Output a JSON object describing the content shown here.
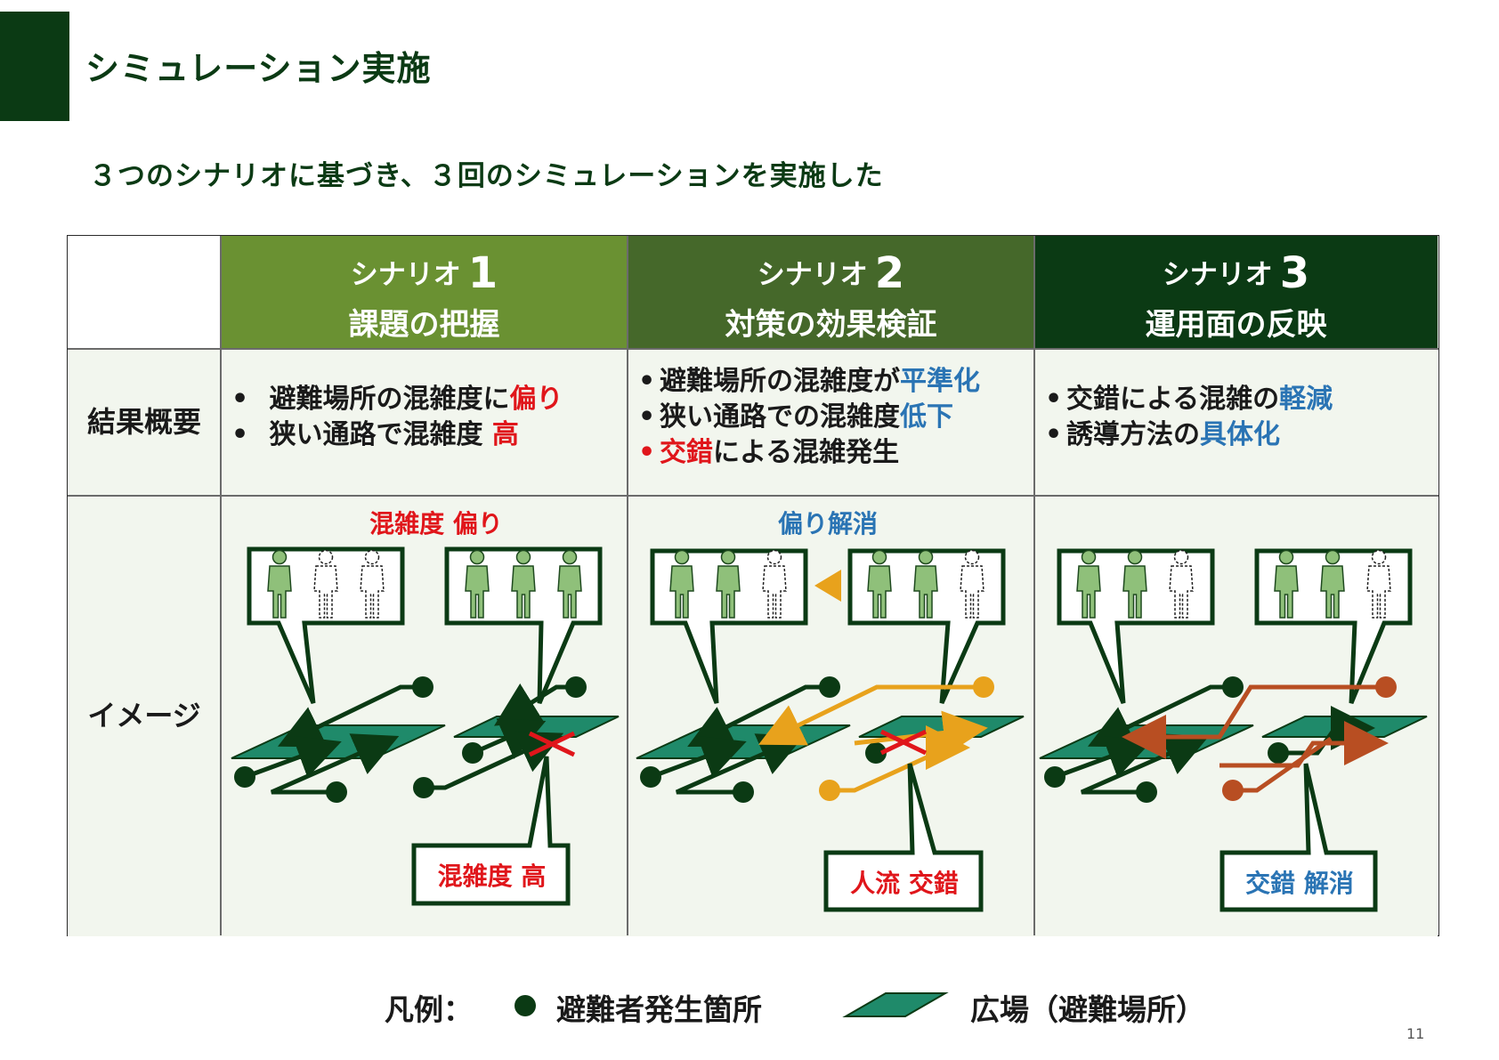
{
  "title": "シミュレーション実施",
  "subtitle": "３つのシナリオに基づき、３回のシミュレーションを実施した",
  "row_labels": {
    "result": "結果概要",
    "image": "イメージ"
  },
  "scenarios": [
    {
      "label": "シナリオ",
      "num": "1",
      "name": "課題の把握",
      "color": "#6a9132",
      "bullets": [
        {
          "pre": "避難場所の混雑度に",
          "hl": "偏り",
          "hl_color": "red"
        },
        {
          "pre": "狭い通路で混雑度 ",
          "hl": "高",
          "hl_color": "red"
        }
      ],
      "image_caption": "混雑度 偏り",
      "callout": "混雑度 高"
    },
    {
      "label": "シナリオ",
      "num": "2",
      "name": "対策の効果検証",
      "color": "#45682a",
      "bullets": [
        {
          "pre": "避難場所の混雑度が",
          "hl": "平準化",
          "hl_color": "blue"
        },
        {
          "pre": "狭い通路での混雑度",
          "hl": "低下",
          "hl_color": "blue"
        },
        {
          "pre": "",
          "hl": "交錯",
          "post": "による混雑発生",
          "hl_color": "red",
          "bullet_red": true
        }
      ],
      "image_caption": "偏り解消",
      "callout": "人流 交錯"
    },
    {
      "label": "シナリオ",
      "num": "3",
      "name": "運用面の反映",
      "color": "#0b3a14",
      "bullets": [
        {
          "pre": "交錯による混雑の",
          "hl": "軽減",
          "hl_color": "blue"
        },
        {
          "pre": "誘導方法の",
          "hl": "具体化",
          "hl_color": "blue"
        }
      ],
      "image_caption": "",
      "callout": "交錯 解消"
    }
  ],
  "legend": {
    "label": "凡例：",
    "source": "避難者発生箇所",
    "plaza": "広場（避難場所）"
  },
  "page_number": "11",
  "colors": {
    "dark_green": "#0b3a14",
    "plaza": "#1f8a6a",
    "person": "#8fc07a",
    "orange": "#e8a21c",
    "brown": "#b84e22",
    "red": "#e0161b",
    "blue": "#2a74b4"
  }
}
